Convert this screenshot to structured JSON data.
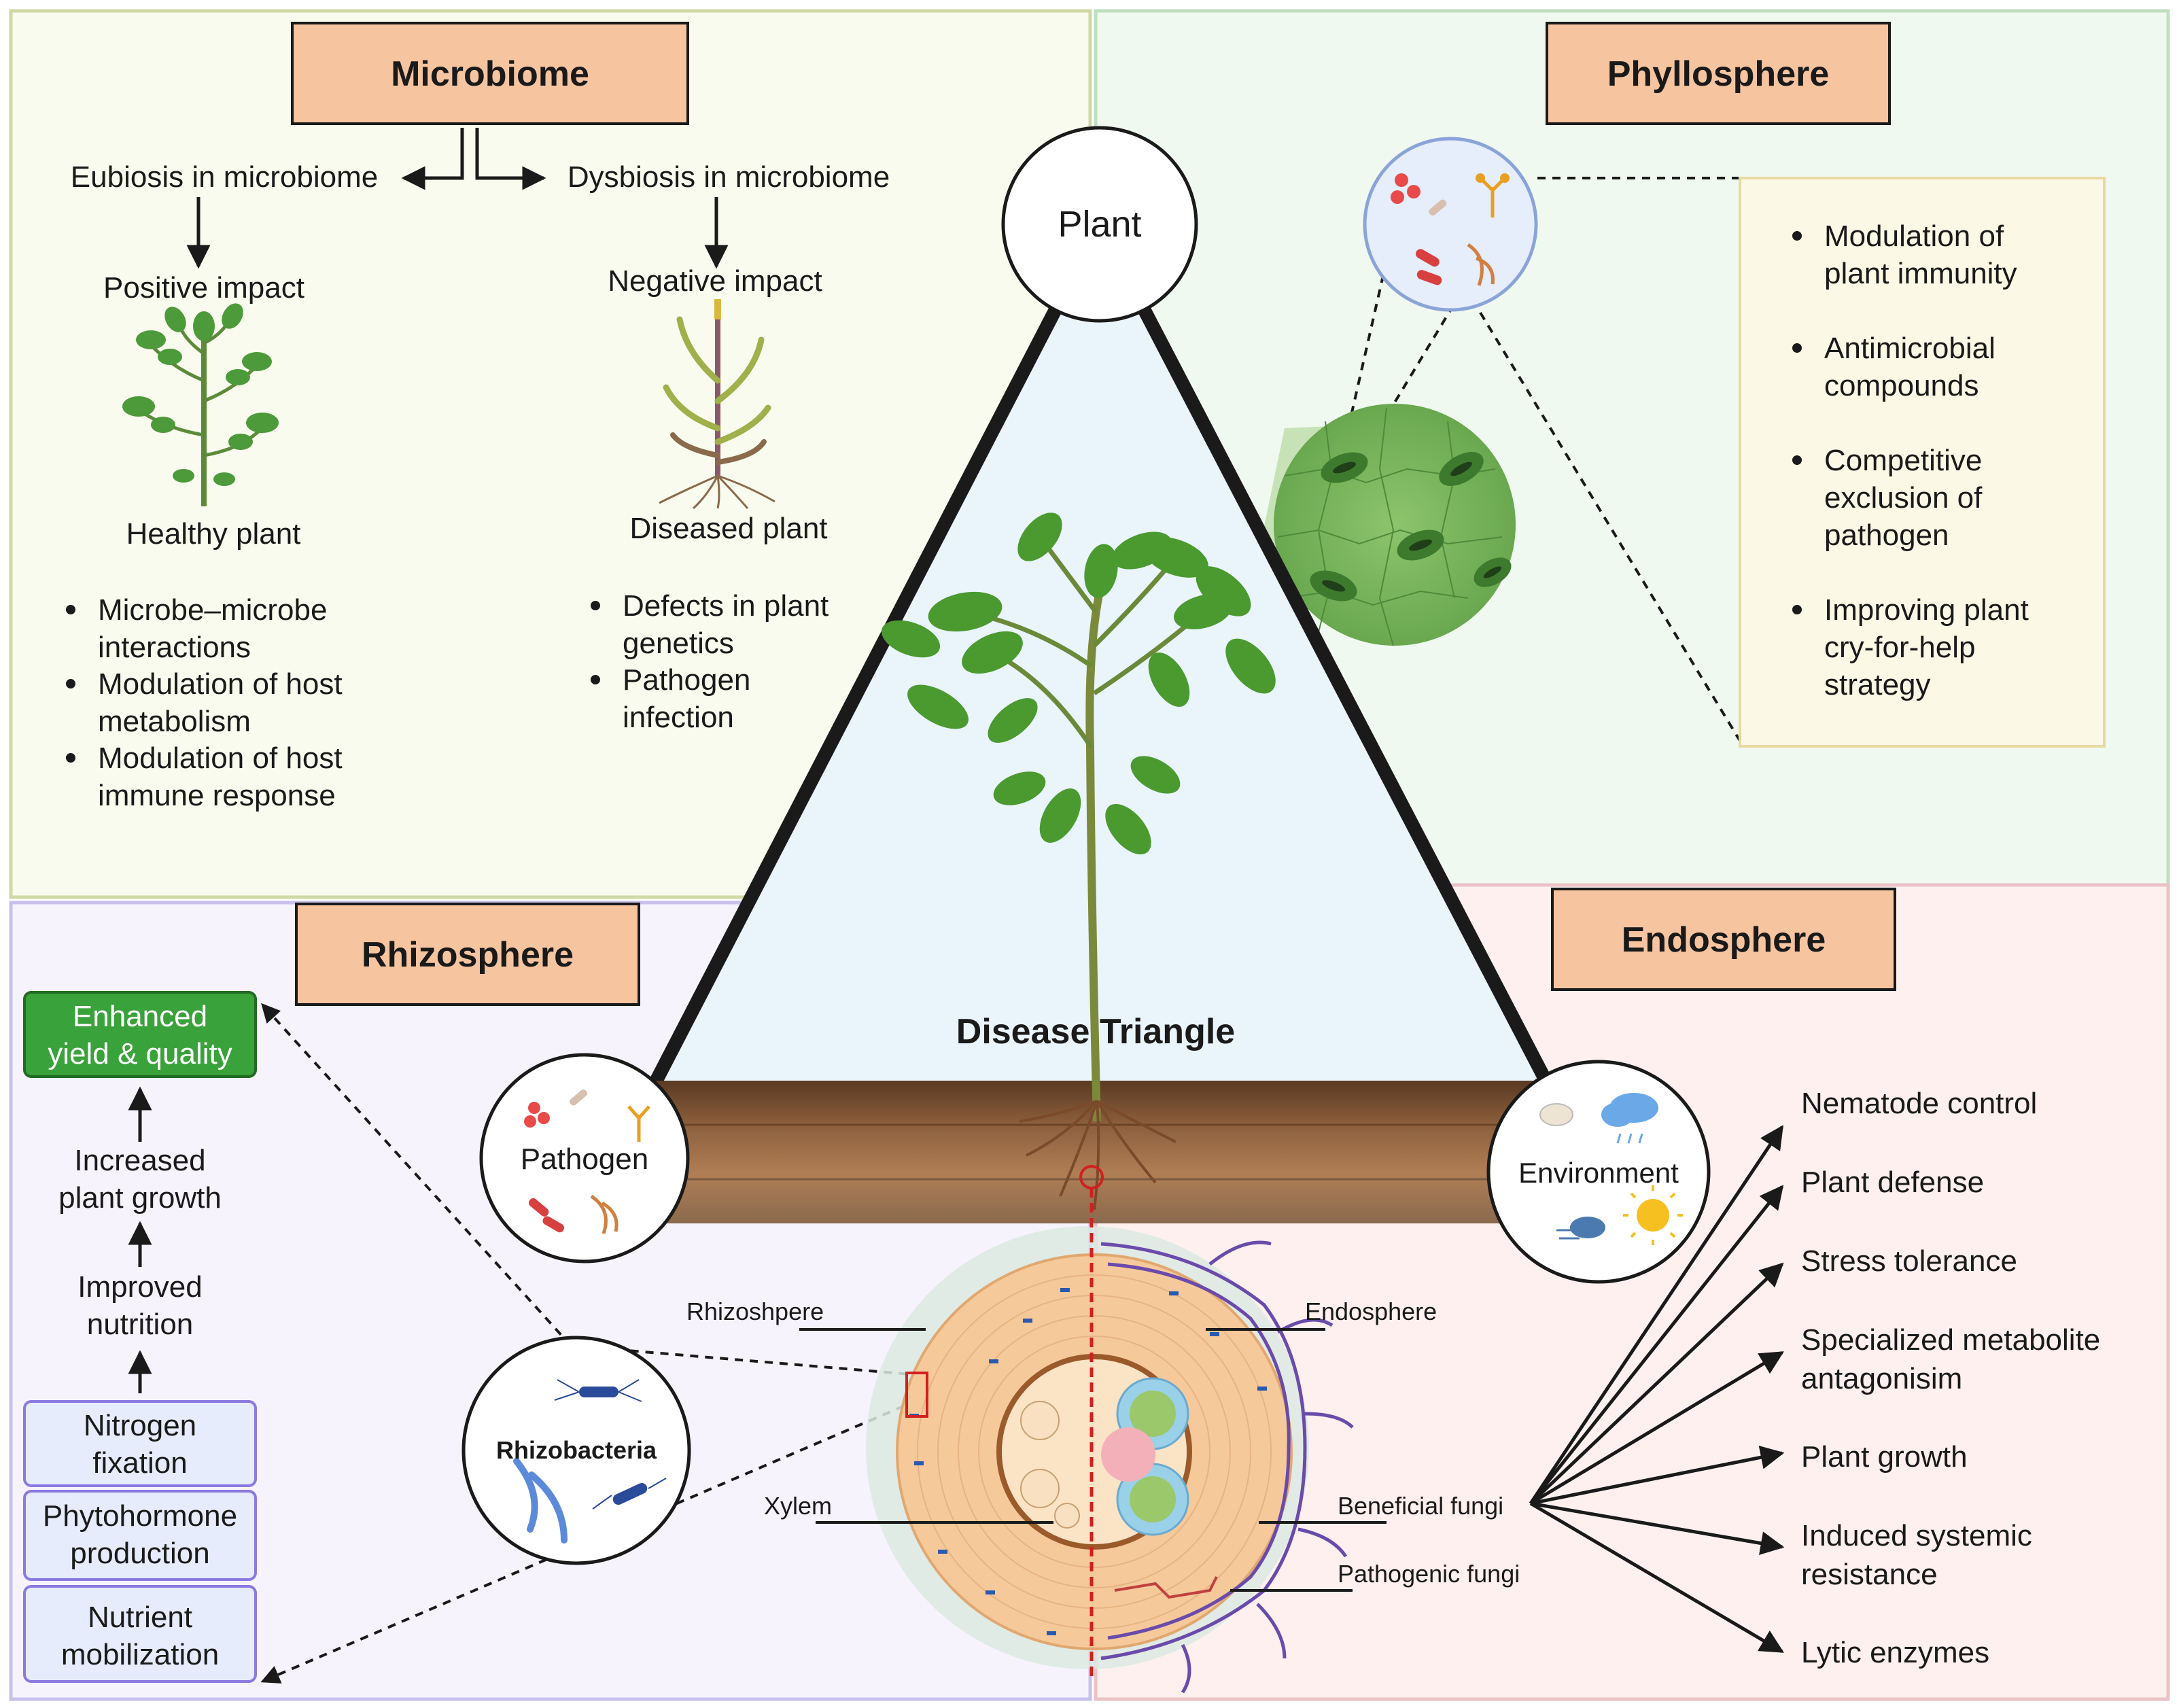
{
  "microbiome": {
    "title": "Microbiome",
    "eubiosis": "Eubiosis in microbiome",
    "dysbiosis": "Dysbiosis in microbiome",
    "positive": "Positive impact",
    "negative": "Negative impact",
    "healthy_plant": "Healthy plant",
    "diseased_plant": "Diseased plant",
    "healthy_points": [
      [
        "Microbe–microbe",
        "interactions"
      ],
      [
        "Modulation of host",
        "metabolism"
      ],
      [
        "Modulation of host",
        "immune response"
      ]
    ],
    "diseased_points": [
      [
        "Defects in plant",
        "genetics"
      ],
      [
        "Pathogen",
        "infection"
      ]
    ]
  },
  "phyllosphere": {
    "title": "Phyllosphere",
    "points": [
      [
        "Modulation of",
        "plant immunity"
      ],
      [
        "Antimicrobial",
        "compounds"
      ],
      [
        "Competitive",
        "exclusion of",
        "pathogen"
      ],
      [
        "Improving plant",
        "cry-for-help",
        "strategy"
      ]
    ]
  },
  "triangle": {
    "plant": "Plant",
    "pathogen": "Pathogen",
    "environment": "Environment",
    "center": "Disease Triangle"
  },
  "rhizosphere": {
    "title": "Rhizosphere",
    "enhanced": [
      "Enhanced",
      "yield & quality"
    ],
    "growth": [
      "Increased",
      "plant growth"
    ],
    "nutrition": [
      "Improved",
      "nutrition"
    ],
    "boxes": [
      [
        "Nitrogen",
        "fixation"
      ],
      [
        "Phytohormone",
        "production"
      ],
      [
        "Nutrient",
        "mobilization"
      ]
    ],
    "rhizobacteria": "Rhizobacteria"
  },
  "root_section": {
    "rhizoshpere_label": "Rhizoshpere",
    "endosphere_label": "Endosphere",
    "xylem": "Xylem",
    "beneficial": "Beneficial fungi",
    "pathogenic": "Pathogenic fungi"
  },
  "endosphere": {
    "title": "Endosphere",
    "outcomes": [
      [
        "Nematode control"
      ],
      [
        "Plant defense"
      ],
      [
        "Stress tolerance"
      ],
      [
        "Specialized metabolite",
        "antagonisim"
      ],
      [
        "Plant growth"
      ],
      [
        "Induced systemic",
        "resistance"
      ],
      [
        "Lytic enzymes"
      ]
    ]
  },
  "colors": {
    "title_box": "#f7c4a0",
    "micro_panel": "#f9fbee",
    "phyllo_panel": "#f0f9f0",
    "rhizo_panel": "#f6f3fd",
    "endo_panel": "#fdf0ef",
    "green_box": "#3aa23a",
    "blue_box": "#e6ecfb"
  }
}
